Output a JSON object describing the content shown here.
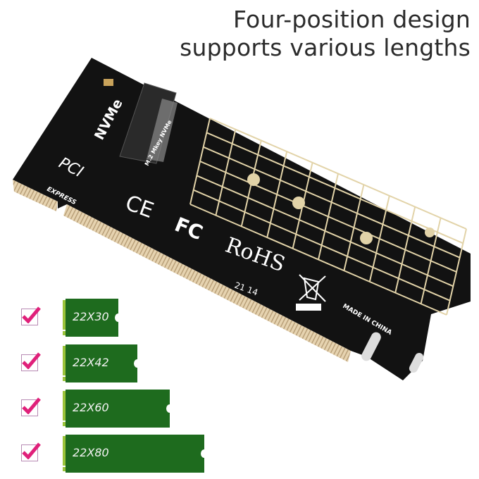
{
  "headline": {
    "line1": "Four-position design",
    "line2": "supports various lengths"
  },
  "board_labels": {
    "nvme": "NVMe",
    "pci": "PCI",
    "express": "EXPRESS",
    "slot": "M.2 Mkey NVMe",
    "ce": "CE",
    "fc": "FC",
    "rohs": "RoHS",
    "rohs_code": "21 14",
    "made_in": "MADE IN CHINA"
  },
  "sizes": [
    {
      "label": "22X30",
      "checked": true
    },
    {
      "label": "22X42",
      "checked": true
    },
    {
      "label": "22X60",
      "checked": true
    },
    {
      "label": "22X80",
      "checked": true
    }
  ],
  "colors": {
    "board": "#111111",
    "gold": "#d8c29a",
    "ssd_green": "#1e6b1e",
    "check": "#e0207a"
  }
}
